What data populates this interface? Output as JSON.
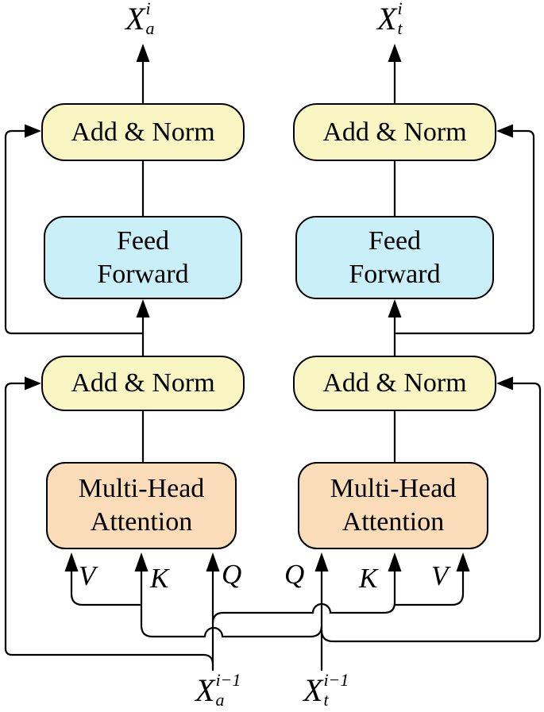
{
  "colors": {
    "add_norm": "#faf6c3",
    "feed_forward": "#c9f0f8",
    "attention": "#fadcb8",
    "line": "#000000"
  },
  "outputs": {
    "left": {
      "base": "X",
      "sup": "i",
      "sub": "a"
    },
    "right": {
      "base": "X",
      "sup": "i",
      "sub": "t"
    }
  },
  "inputs": {
    "left": {
      "base": "X",
      "sup": "i−1",
      "sub": "a"
    },
    "right": {
      "base": "X",
      "sup": "i−1",
      "sub": "t"
    }
  },
  "blocks": {
    "left": {
      "add_norm_top": "Add & Norm",
      "ff_line1": "Feed",
      "ff_line2": "Forward",
      "add_norm_mid": "Add & Norm",
      "mha_line1": "Multi-Head",
      "mha_line2": "Attention"
    },
    "right": {
      "add_norm_top": "Add & Norm",
      "ff_line1": "Feed",
      "ff_line2": "Forward",
      "add_norm_mid": "Add & Norm",
      "mha_line1": "Multi-Head",
      "mha_line2": "Attention"
    }
  },
  "attention_inputs": {
    "left": [
      "V",
      "K",
      "Q"
    ],
    "right": [
      "Q",
      "K",
      "V"
    ]
  }
}
